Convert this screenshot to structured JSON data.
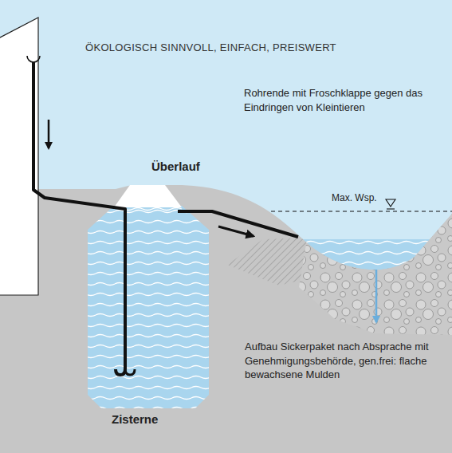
{
  "diagram": {
    "title": "ÖKOLOGISCH SINNVOLL, EINFACH, PREISWERT",
    "labels": [
      "Rohrende mit Froschklappe gegen das Eindringen von Kleintieren",
      "Überlauf",
      "Max. Wsp.",
      "Aufbau Sickerpaket nach Absprache mit Genehmigungsbehörde, gen.frei: flache bewachsene Mulden",
      "Zisterne"
    ]
  }
}
